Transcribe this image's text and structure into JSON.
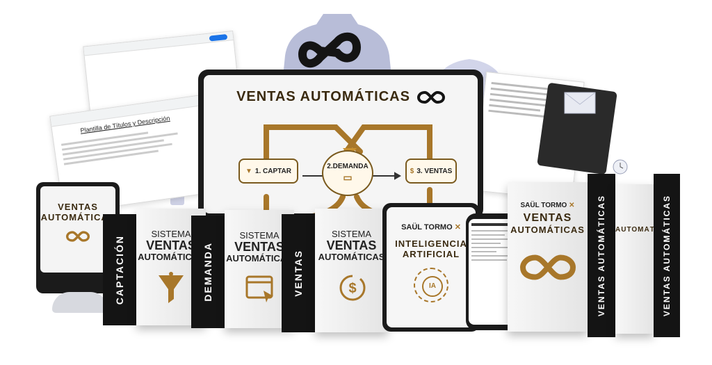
{
  "hero": {
    "title": "VENTAS AUTOMÁTICAS",
    "steps": [
      "1. CAPTAR",
      "2.DEMANDA",
      "3. VENTAS"
    ]
  },
  "monitor_left": {
    "title_line1": "VENTAS",
    "title_line2": "AUTOMÁTICAS"
  },
  "boxes": [
    {
      "side": "CAPTACIÓN",
      "line1": "SISTEMA",
      "line2": "VENTAS",
      "line3": "AUTOMÁTICAS",
      "icon": "funnel-icon"
    },
    {
      "side": "DEMANDA",
      "line1": "SISTEMA",
      "line2": "VENTAS",
      "line3": "AUTOMÁTICAS",
      "icon": "browser-cursor-icon"
    },
    {
      "side": "VENTAS",
      "line1": "SISTEMA",
      "line2": "VENTAS",
      "line3": "AUTOMÁTICAS",
      "icon": "dollar-cycle-icon"
    }
  ],
  "tablet": {
    "brand": "SAÜL TORMO",
    "title1": "INTELIGENCIA",
    "title2": "ARTIFICIAL",
    "badge": "IA"
  },
  "big_box": {
    "brand": "SAÜL TORMO",
    "title1": "VENTAS",
    "title2": "AUTOMÁTICAS",
    "side": "VENTAS AUTOMÁTICAS"
  },
  "big_box2": {
    "title": "AUTOMÁTICAS",
    "side": "VENTAS AUTOMÁTICAS"
  },
  "docs": {
    "heading": "Plantilla de Títulos y Descripción"
  },
  "colors": {
    "gold": "#a8772a",
    "dark": "#141414",
    "gear": "#c9cde6"
  }
}
